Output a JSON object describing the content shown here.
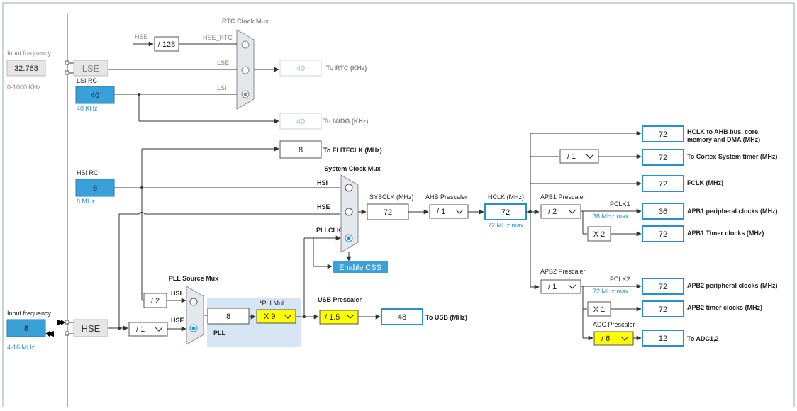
{
  "input_freq_lse": {
    "label": "Input frequency",
    "value": "32.768",
    "range": "0-1000 KHz"
  },
  "input_freq_hse": {
    "label": "Input frequency",
    "value": "8",
    "range": "4-16 MHz"
  },
  "lse": {
    "label": "LSE"
  },
  "lsi": {
    "title": "LSI RC",
    "value": "40",
    "sub": "40 KHz"
  },
  "hsi": {
    "title": "HSI RC",
    "value": "8",
    "sub": "8 MHz"
  },
  "hse": {
    "label": "HSE"
  },
  "rtc_mux": {
    "title": "RTC Clock Mux",
    "hse_in": "HSE",
    "div128": "/ 128",
    "hse_rtc": "HSE_RTC",
    "lse_in": "LSE",
    "lsi_in": "LSI"
  },
  "rtc_out": {
    "value": "40",
    "label": "To RTC (KHz)"
  },
  "iwdg_out": {
    "value": "40",
    "label": "To IWDG (KHz)"
  },
  "flitf": {
    "value": "8",
    "label": "To FLITFCLK (MHz)"
  },
  "sysmux": {
    "title": "System Clock Mux",
    "hsi": "HSI",
    "hse": "HSE",
    "pllclk": "PLLCLK"
  },
  "sysclk": {
    "label": "SYSCLK (MHz)",
    "value": "72"
  },
  "ahb": {
    "label": "AHB Prescaler",
    "value": "/ 1"
  },
  "hclk": {
    "label": "HCLK (MHz)",
    "value": "72",
    "max": "72 MHz max"
  },
  "css": {
    "label": "Enable CSS"
  },
  "pllmux": {
    "title": "PLL Source Mux",
    "hsi": "HSI",
    "hse": "HSE",
    "div2": "/ 2",
    "hse_div": "/ 1"
  },
  "pll": {
    "label": "PLL",
    "input": "8",
    "mul_label": "*PLLMul",
    "mul": "X 9"
  },
  "usb": {
    "title": "USB Prescaler",
    "value": "/ 1.5",
    "out": "48",
    "out_label": "To USB (MHz)"
  },
  "outputs": {
    "hclk_ahb": {
      "value": "72",
      "label": "HCLK to AHB bus, core,",
      "label2": "memory and DMA (MHz)"
    },
    "cortex_div": "/ 1",
    "cortex": {
      "value": "72",
      "label": "To Cortex System timer (MHz)"
    },
    "fclk": {
      "value": "72",
      "label": "FCLK (MHz)"
    },
    "apb1_title": "APB1 Prescaler",
    "apb1_div": "/ 2",
    "pclk1": "PCLK1",
    "pclk1_max": "36 MHz max",
    "apb1_periph": {
      "value": "36",
      "label": "APB1 peripheral clocks (MHz)"
    },
    "apb1_timer_mul": "X 2",
    "apb1_timer": {
      "value": "72",
      "label": "APB1 Timer clocks (MHz)"
    },
    "apb2_title": "APB2 Prescaler",
    "apb2_div": "/ 1",
    "pclk2": "PCLK2",
    "pclk2_max": "72 MHz max",
    "apb2_periph": {
      "value": "72",
      "label": "APB2 peripheral clocks (MHz)"
    },
    "apb2_timer_mul": "X 1",
    "apb2_timer": {
      "value": "72",
      "label": "APB2 timer clocks (MHz)"
    },
    "adc_title": "ADC Prescaler",
    "adc_div": "/ 6",
    "adc": {
      "value": "12",
      "label": "To ADC1,2"
    }
  },
  "colors": {
    "blue_box": "#3aa0d8",
    "yellow": "#ffff00",
    "pll_bg": "#d6e6f5",
    "output_border": "#2a8fd0",
    "mux_fill": "#e4e8ec"
  }
}
